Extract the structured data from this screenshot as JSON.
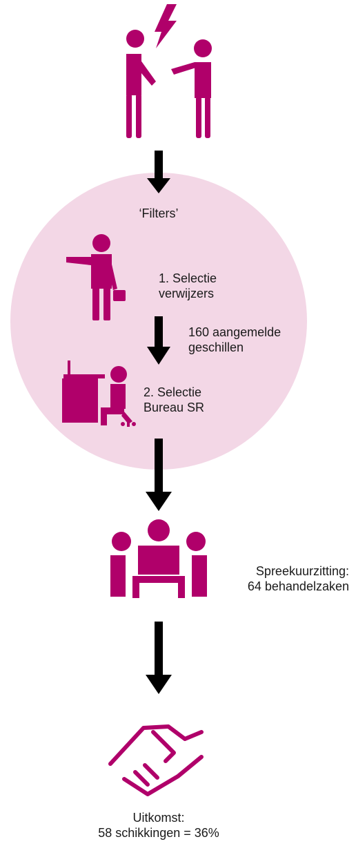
{
  "colors": {
    "accent": "#b0006a",
    "circle": "#f3d7e6",
    "arrow": "#000000",
    "text": "#1a1a1a"
  },
  "icons": {
    "conflict": "two-people-arguing-lightning-icon",
    "referrer": "businessman-pointing-briefcase-icon",
    "desk": "person-at-computer-desk-icon",
    "meeting": "three-people-meeting-icon",
    "handshake": "handshake-icon"
  },
  "filters": {
    "label": "‘Filters’",
    "step1_line1": "1. Selectie",
    "step1_line2": "verwijzers",
    "count_line1": "160 aangemelde",
    "count_line2": "geschillen",
    "step2_line1": "2. Selectie",
    "step2_line2": "Bureau SR"
  },
  "hearing": {
    "line1": "Spreekuurzitting:",
    "line2": "64 behandelzaken"
  },
  "outcome": {
    "line1": "Uitkomst:",
    "line2": "58 schikkingen = 36%"
  }
}
